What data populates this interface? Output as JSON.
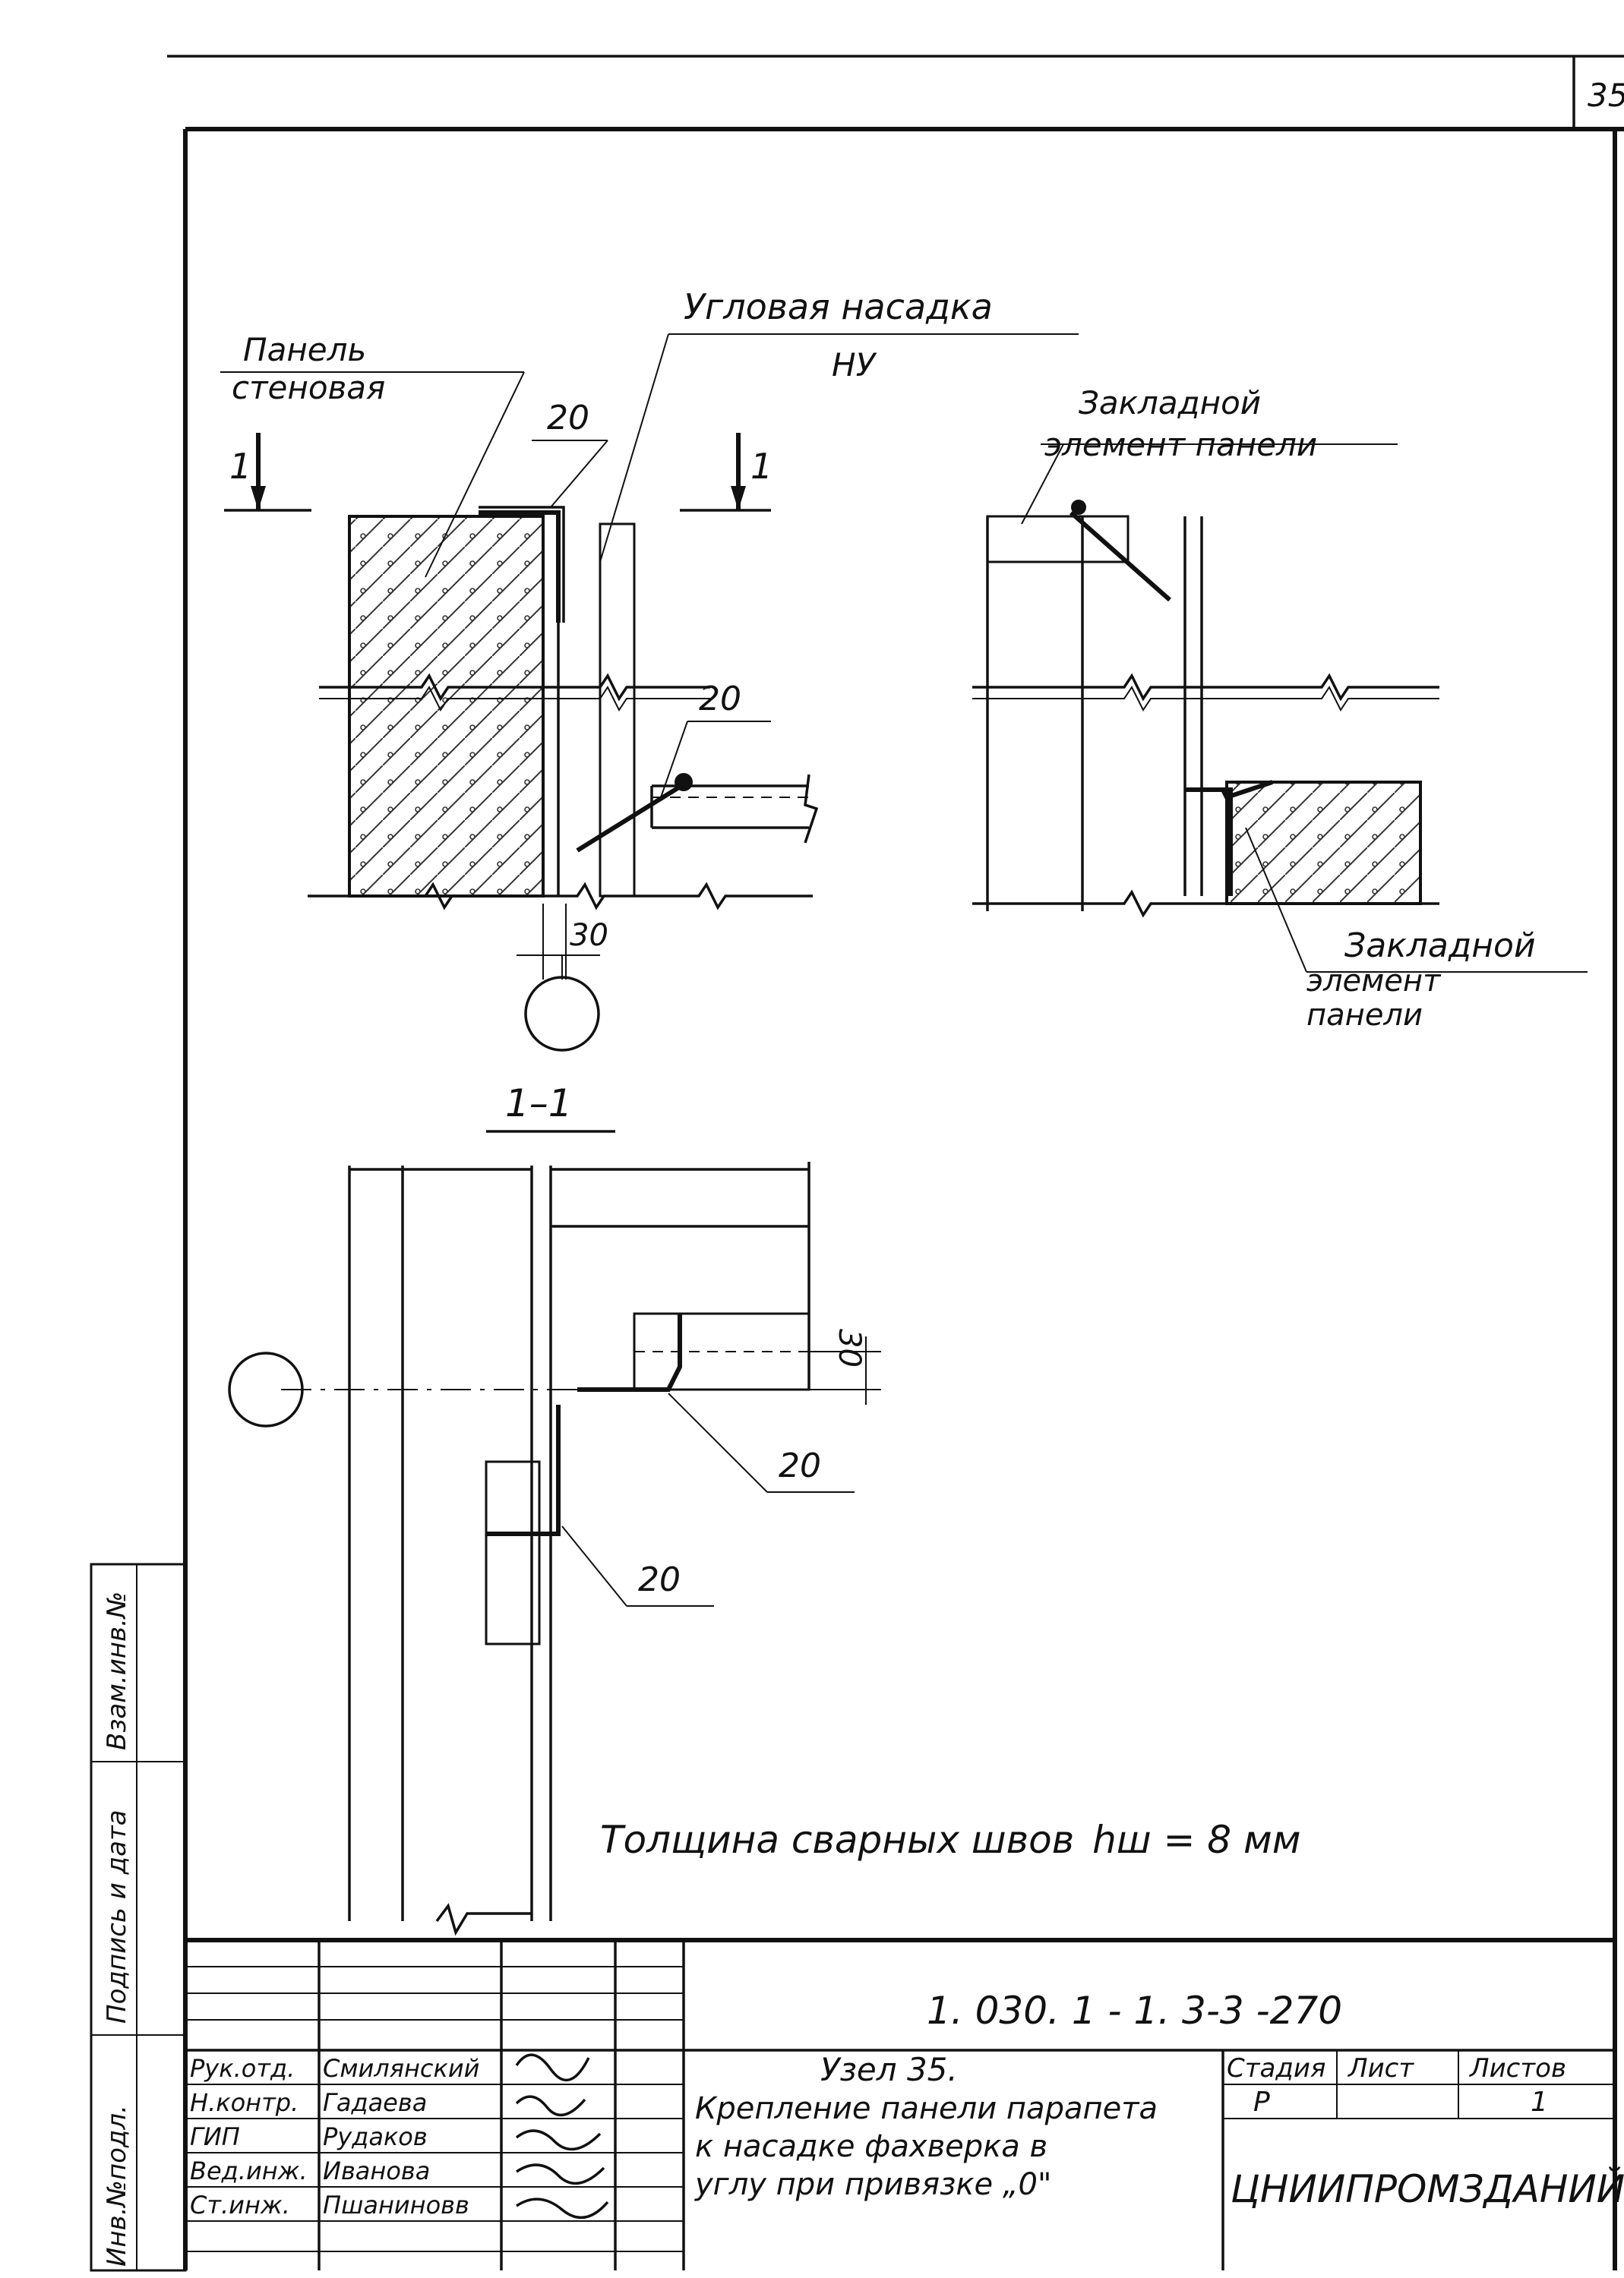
{
  "sheet": {
    "page_number": "35"
  },
  "labels": {
    "panel": [
      "Панель",
      "стеновая"
    ],
    "corner_nozzle": "Угловая насадка",
    "corner_nozzle_code": "НУ",
    "embedded_top": [
      "Закладной",
      "элемент панели"
    ],
    "embedded_bottom": [
      "Закладной",
      "элемент",
      "панели"
    ],
    "section_mark": "1",
    "section_title": "1–1"
  },
  "dimensions": {
    "weld_top": "20",
    "weld_middle": "20",
    "gap_bottom": "30",
    "section_gap": "30",
    "section_weld_1": "20",
    "section_weld_2": "20"
  },
  "note": "Толщина сварных швов",
  "note_formula": "hш = 8 мм",
  "title_block": {
    "doc_number": "1. 030. 1 - 1. 3-3 -270",
    "node_title": "Узел 35.",
    "description_lines": [
      "Крепление панели парапета",
      "к насадке фахверка в",
      "углу при привязке „0\""
    ],
    "stage_label": "Стадия",
    "sheet_label": "Лист",
    "sheets_label": "Листов",
    "stage_value": "Р",
    "sheets_value": "1",
    "organization": "ЦНИИПРОМЗДАНИЙ",
    "staff": [
      {
        "role": "Рук.отд.",
        "name": "Смилянский"
      },
      {
        "role": "Н.контр.",
        "name": "Гадаева"
      },
      {
        "role": "ГИП",
        "name": "Рудаков"
      },
      {
        "role": "Вед.инж.",
        "name": "Иванова"
      },
      {
        "role": "Ст.инж.",
        "name": "Пшаниновв"
      }
    ]
  },
  "side_stamp": [
    "Инв.№подл.",
    "Подпись и дата",
    "Взам.инв.№"
  ]
}
